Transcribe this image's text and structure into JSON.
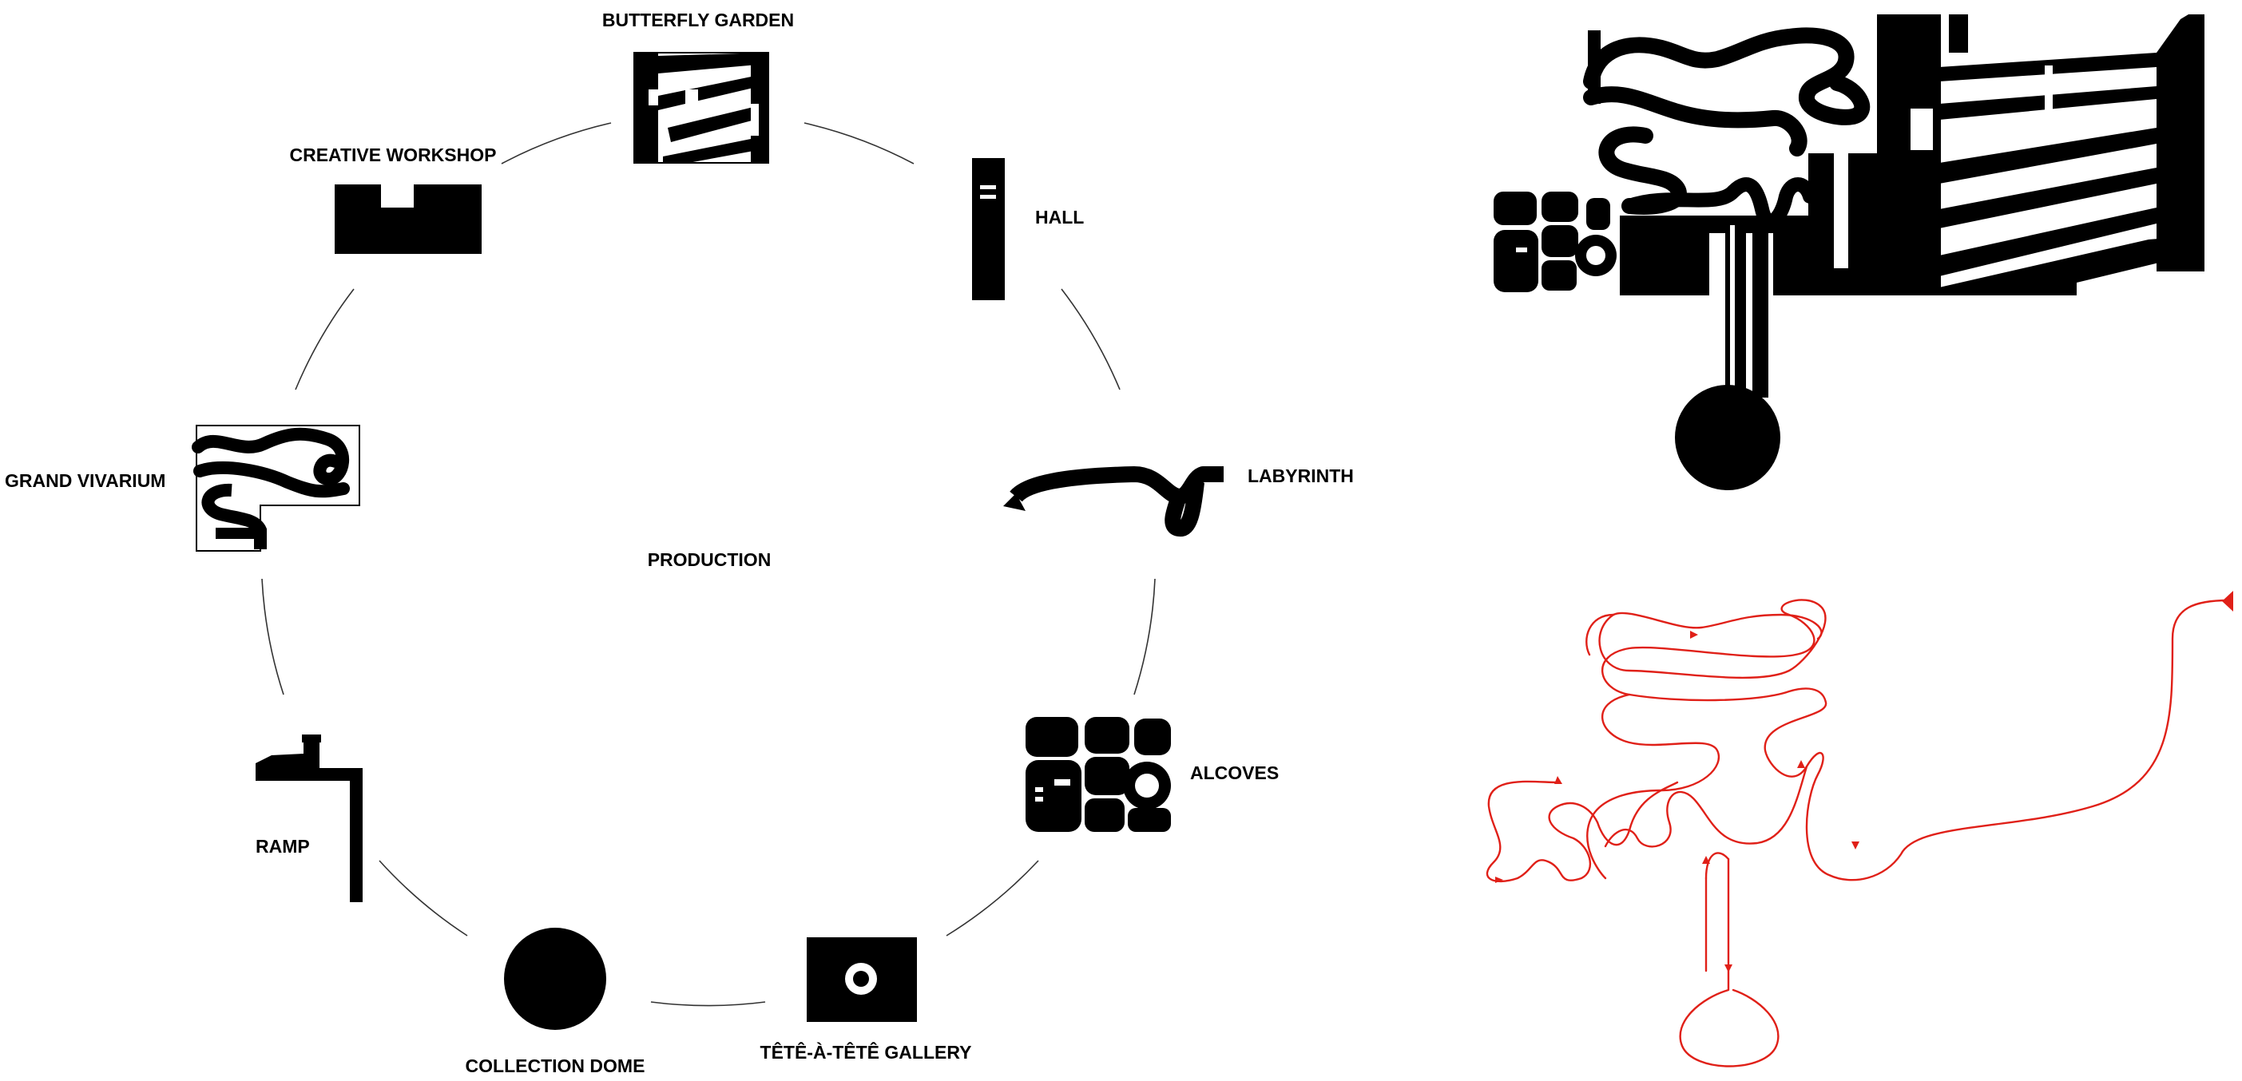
{
  "colors": {
    "ink": "#000000",
    "paper": "#ffffff",
    "route": "#e02018",
    "connector": "#333333"
  },
  "diagram": {
    "center_label": "PRODUCTION",
    "nodes": [
      {
        "id": "butterfly-garden",
        "label": "BUTTERFLY GARDEN"
      },
      {
        "id": "hall",
        "label": "HALL"
      },
      {
        "id": "labyrinth",
        "label": "LABYRINTH"
      },
      {
        "id": "alcoves",
        "label": "ALCOVES"
      },
      {
        "id": "tete-a-tete-gallery",
        "label": "TÊTÊ-À-TÊTÊ GALLERY"
      },
      {
        "id": "collection-dome",
        "label": "COLLECTION DOME"
      },
      {
        "id": "ramp",
        "label": "RAMP"
      },
      {
        "id": "grand-vivarium",
        "label": "GRAND VIVARIUM"
      },
      {
        "id": "creative-workshop",
        "label": "CREATIVE WORKSHOP"
      }
    ]
  },
  "plan": {
    "icon": "composite-floor-plan"
  },
  "route": {
    "icon": "circulation-path",
    "arrow_icon": "direction-arrow"
  }
}
